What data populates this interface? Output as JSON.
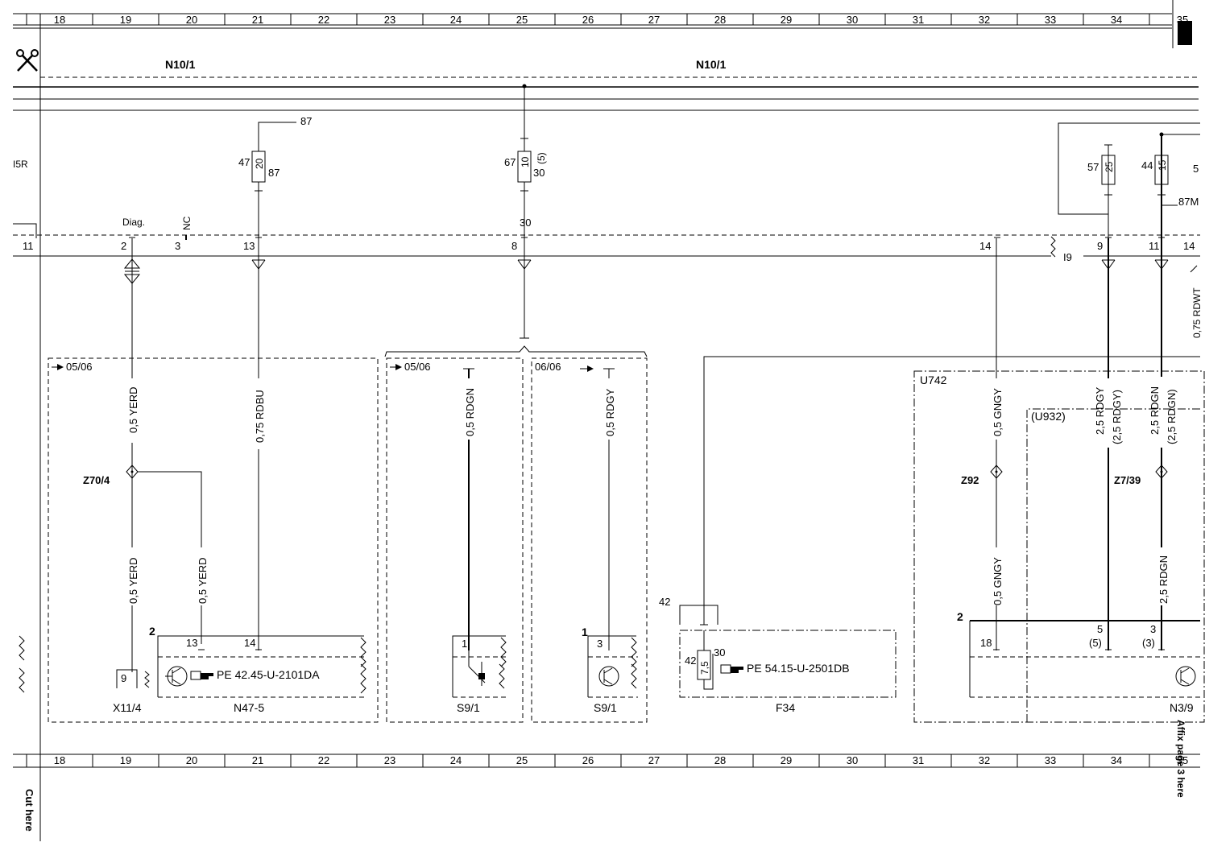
{
  "ruler": {
    "numbers": [
      "18",
      "19",
      "20",
      "21",
      "22",
      "23",
      "24",
      "25",
      "26",
      "27",
      "28",
      "29",
      "30",
      "31",
      "32",
      "33",
      "34",
      "35"
    ]
  },
  "header": {
    "module_left": "N10/1",
    "module_right": "N10/1",
    "side_label": "I5R"
  },
  "connectors": {
    "pin_11": "11",
    "pin_2": "2",
    "diag": "Diag.",
    "pin_3": "3",
    "nc": "NC",
    "pin_13": "13",
    "pin_8": "8",
    "pin_30": "30",
    "pin_14": "14",
    "i9": "I9",
    "pin_9": "9",
    "pin_11b": "11",
    "pin_14b": "14"
  },
  "fuses": {
    "f20": {
      "left": "47",
      "mid": "20",
      "right": "87",
      "top": "87"
    },
    "f10": {
      "left": "67",
      "mid": "10",
      "right1": "(5)",
      "right2": "30"
    },
    "f25": {
      "left": "57",
      "mid": "25"
    },
    "f15": {
      "left": "44",
      "mid": "15",
      "right": "87M",
      "cut": "5"
    }
  },
  "wires": {
    "w1": "0,5 YERD",
    "w2": "0,75 RDBU",
    "w3": "0,5 RDGN",
    "w4": "0,5 RDGY",
    "w5": "0,5 GNGY",
    "w6a": "2,5 RDGY",
    "w6b": "(2,5 RDGY)",
    "w7a": "2,5 RDGN",
    "w7b": "(2,5 RDGN)",
    "w8": "0,5 YERD",
    "w9": "0,5 YERD",
    "w10": "0,5 GNGY",
    "w11": "2,5 RDGN",
    "cut_right": "0,75 RDWT"
  },
  "splices": {
    "z70": "Z70/4",
    "z92": "Z92",
    "z7": "Z7/39"
  },
  "variants": {
    "v1": "05/06",
    "v2": "05/06",
    "v3": "06/06",
    "u742": "U742",
    "u932": "(U932)"
  },
  "components": {
    "x11": {
      "name": "X11/4",
      "pin": "9"
    },
    "n47": {
      "name": "N47-5",
      "ref": "PE 42.45-U-2101DA",
      "pin_left": "2",
      "pin_13": "13",
      "pin_14": "14"
    },
    "s9a": {
      "name": "S9/1",
      "pin": "1"
    },
    "s9b": {
      "name": "S9/1",
      "pin_left": "1",
      "pin": "3"
    },
    "f34": {
      "name": "F34",
      "ref": "PE 54.15-U-2501DB",
      "ext": "42",
      "pin_left": "42",
      "fuse": "7,5",
      "pin_30": "30"
    },
    "n3": {
      "name": "N3/9",
      "pin_2": "2",
      "pin_18": "18",
      "pin_5": "5",
      "pin_5b": "(5)",
      "pin_3": "3",
      "pin_3b": "(3)"
    }
  },
  "margins": {
    "cut_here": "Cut here",
    "affix": "Affix page 3 here"
  }
}
